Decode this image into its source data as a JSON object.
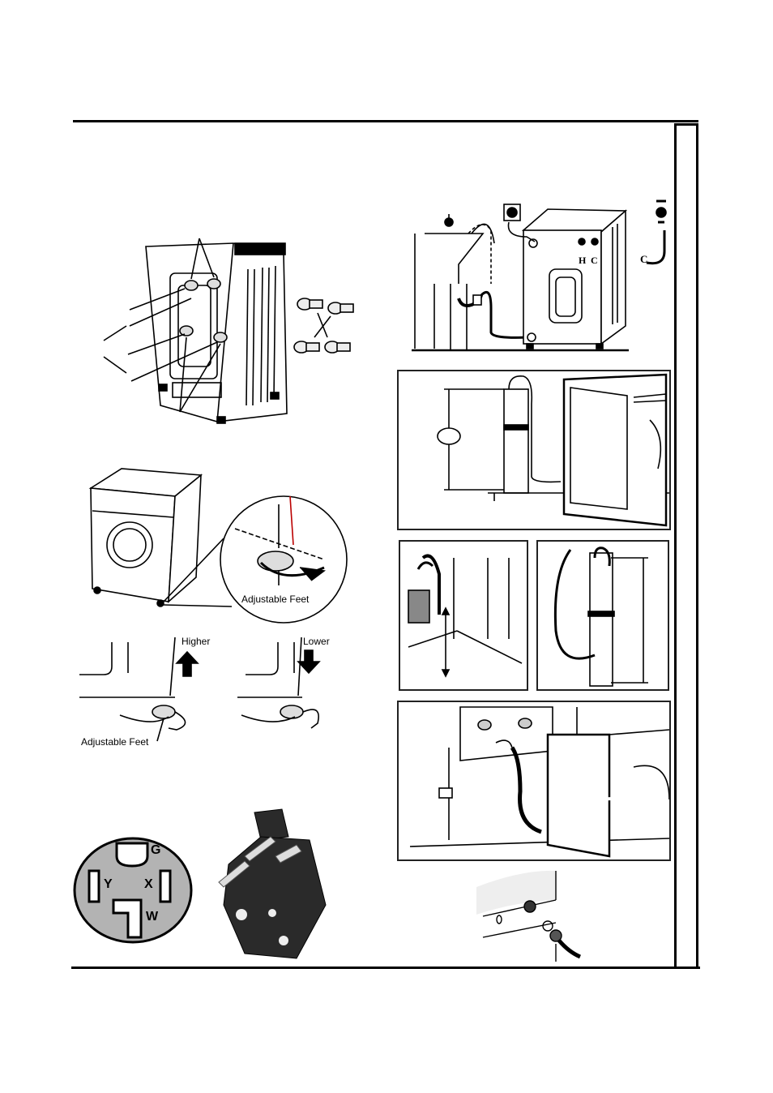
{
  "figures": {
    "level_zoom": {
      "label": "Adjustable Feet"
    },
    "raise": {
      "label": "Higher"
    },
    "lower": {
      "label": "Lower"
    },
    "feet_callout": {
      "label": "Adjustable Feet"
    },
    "outlet": {
      "g": "G",
      "y": "Y",
      "x": "X",
      "w": "W"
    },
    "inlets": {
      "hot": "H",
      "cold": "C",
      "cold_alt": "C"
    }
  },
  "icons": [
    "tap-icon",
    "power-outlet-icon"
  ],
  "colors": {
    "ink": "#000000",
    "outlet_face": "#b3b3b3",
    "plug_body": "#2a2a2a"
  }
}
